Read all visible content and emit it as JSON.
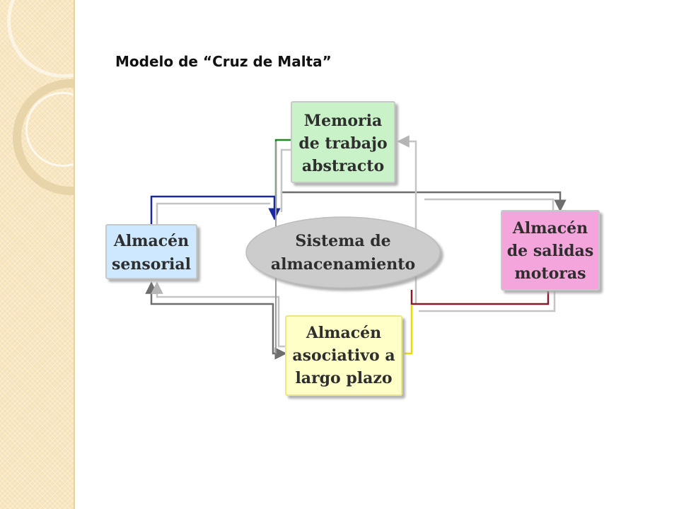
{
  "title": "Modelo de “Cruz de Malta”",
  "nodes": {
    "memoria": {
      "lines": [
        "Memoria",
        "de trabajo",
        "abstracto"
      ],
      "fill": "#c9f2c9"
    },
    "sensorial": {
      "lines": [
        "Almacén",
        "sensorial"
      ],
      "fill": "#cde8ff"
    },
    "sistema": {
      "lines": [
        "Sistema de",
        "almacenamiento"
      ],
      "fill": "#cccccc"
    },
    "motoras": {
      "lines": [
        "Almacén",
        "de salidas",
        "motoras"
      ],
      "fill": "#f4a6dc"
    },
    "asociativo": {
      "lines": [
        "Almacén",
        "asociativo a",
        "largo plazo"
      ],
      "fill": "#ffffc8"
    }
  },
  "connector_colors": {
    "green": "#1e8a1e",
    "blue": "#1a2a9a",
    "red": "#8a1a2a",
    "yellow": "#e6d800",
    "gray": "#6e6e6e",
    "light_gray": "#c0c0c0"
  }
}
